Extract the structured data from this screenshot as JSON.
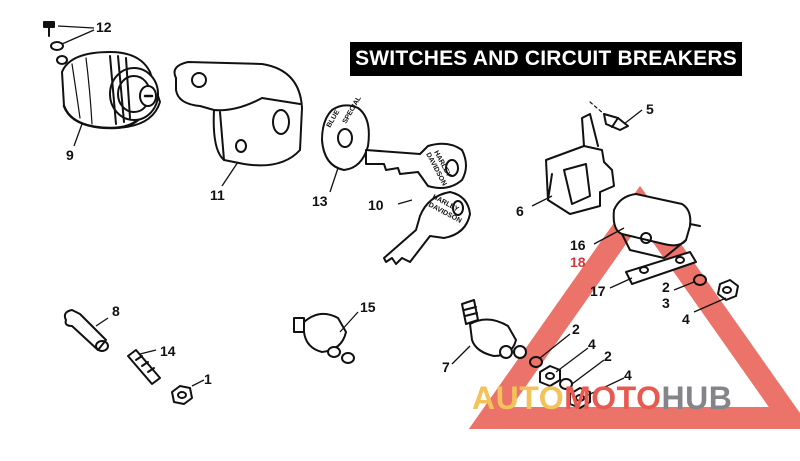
{
  "title": "SWITCHES AND CIRCUIT BREAKERS",
  "callouts": [
    {
      "id": "c12",
      "label": "12"
    },
    {
      "id": "c9",
      "label": "9"
    },
    {
      "id": "c11",
      "label": "11"
    },
    {
      "id": "c13",
      "label": "13"
    },
    {
      "id": "c10",
      "label": "10"
    },
    {
      "id": "c5",
      "label": "5"
    },
    {
      "id": "c6",
      "label": "6"
    },
    {
      "id": "c16",
      "label": "16"
    },
    {
      "id": "c18",
      "label": "18"
    },
    {
      "id": "c17",
      "label": "17"
    },
    {
      "id": "c2a",
      "label": "2"
    },
    {
      "id": "c3",
      "label": "3"
    },
    {
      "id": "c4a",
      "label": "4"
    },
    {
      "id": "c8",
      "label": "8"
    },
    {
      "id": "c14",
      "label": "14"
    },
    {
      "id": "c1",
      "label": "1"
    },
    {
      "id": "c15",
      "label": "15"
    },
    {
      "id": "c7",
      "label": "7"
    },
    {
      "id": "c2b",
      "label": "2"
    },
    {
      "id": "c4b",
      "label": "4"
    },
    {
      "id": "c2c",
      "label": "2"
    },
    {
      "id": "c4c",
      "label": "4"
    }
  ],
  "key_stamp": {
    "line1": "HARLEY",
    "line2": "DAVIDSON"
  },
  "plate_stamp": {
    "line1": "BLUE",
    "line2": "SPECIAL"
  },
  "watermark": {
    "part1": "AUTO",
    "part2": "MOTO",
    "part3": "HUB"
  },
  "colors": {
    "ink": "#111111",
    "watermark_red": "#e85a50",
    "watermark_yellow": "#f4c25a",
    "watermark_gray": "#858589"
  }
}
